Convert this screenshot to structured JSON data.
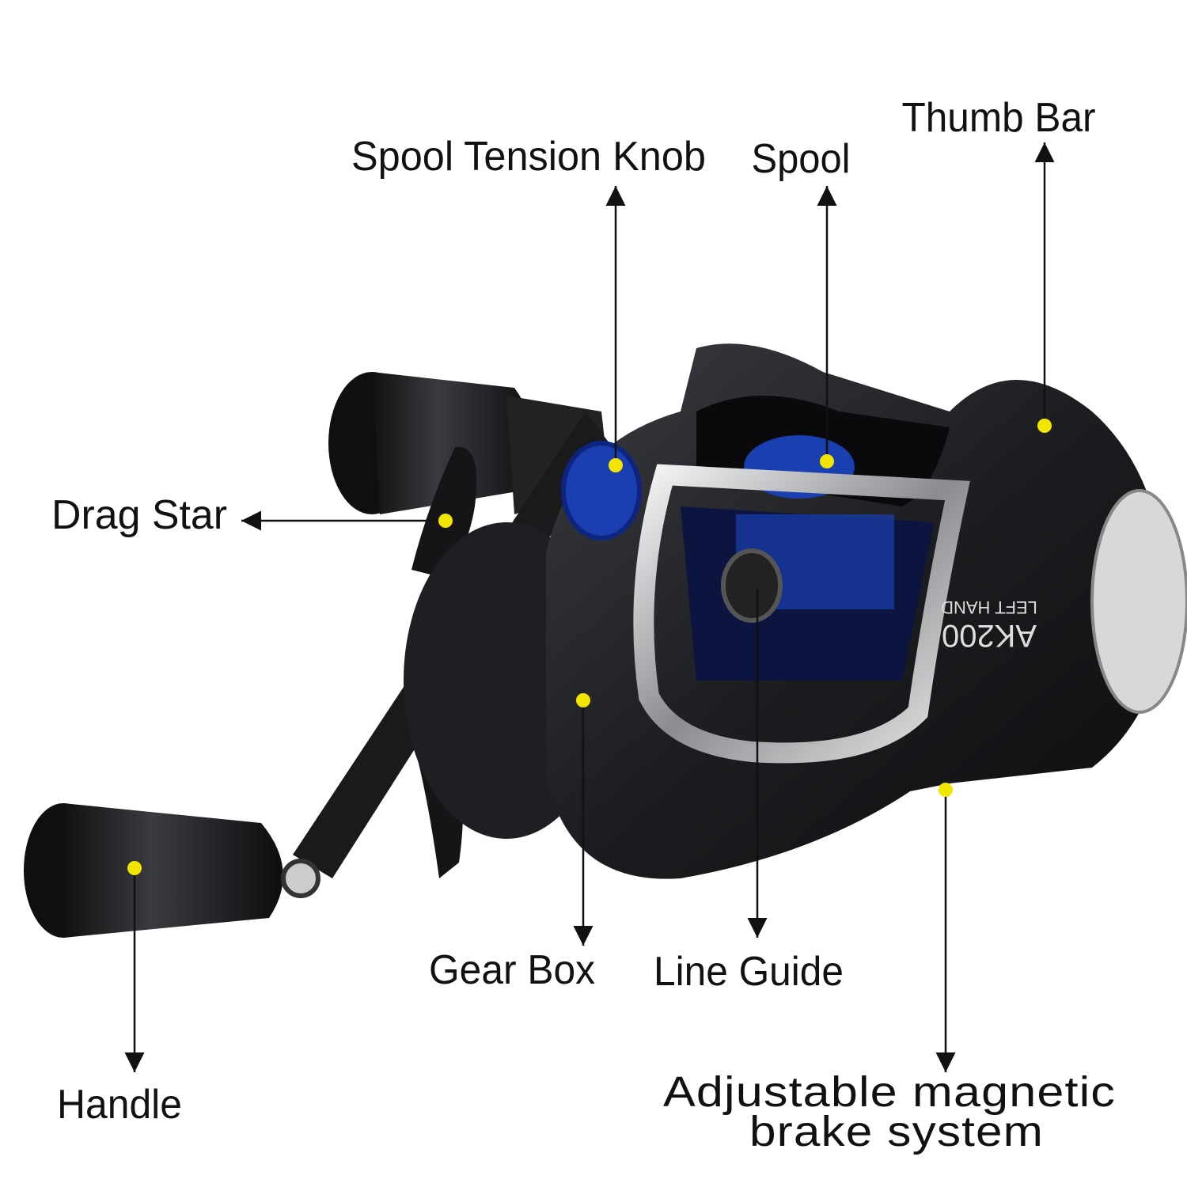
{
  "labels": {
    "thumb_bar": "Thumb Bar",
    "spool_tension_knob": "Spool Tension Knob",
    "spool": "Spool",
    "drag_star": "Drag Star",
    "gear_box": "Gear Box",
    "line_guide": "Line Guide",
    "handle": "Handle",
    "brake_line1": "Adjustable magnetic",
    "brake_line2": "brake system"
  },
  "product_text": {
    "model": "AK200",
    "side": "LEFT HAND"
  },
  "colors": {
    "marker": "#f2e600",
    "body": "#1c1d20",
    "accent_blue": "#1a3fb0",
    "arrow": "#111111"
  }
}
